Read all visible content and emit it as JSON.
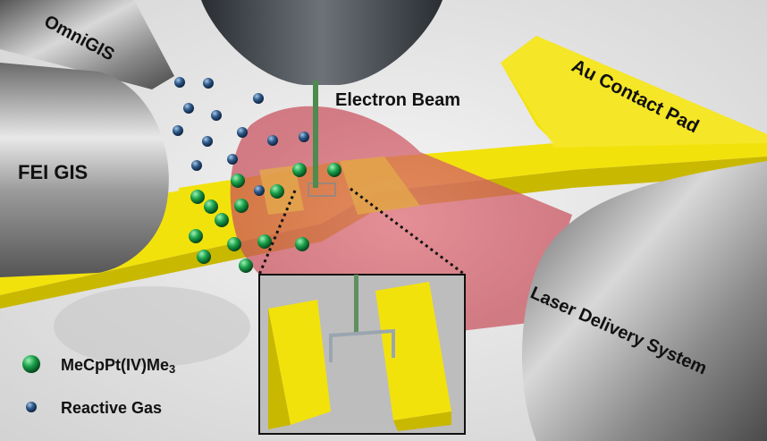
{
  "labels": {
    "omnigis": "OmniGIS",
    "fei_gis": "FEI GIS",
    "electron_beam": "Electron Beam",
    "au_contact_pad": "Au Contact Pad",
    "laser_delivery": "Laser Delivery System"
  },
  "legend": {
    "precursor_main": "MeCpPt(IV)Me",
    "precursor_sub": "3",
    "reactive_gas": "Reactive Gas"
  },
  "colors": {
    "gold": "#f2e20c",
    "precursor": "#1aa04a",
    "gas": "#2e5a8a",
    "laser": "#d9646f"
  }
}
